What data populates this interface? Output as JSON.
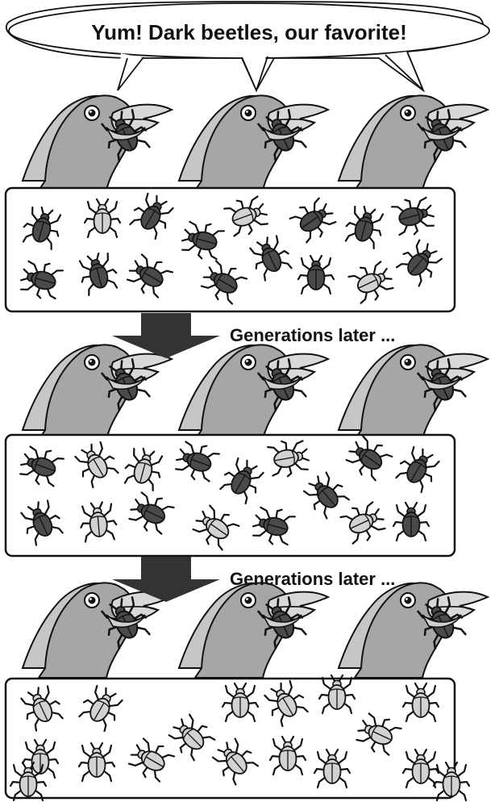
{
  "speech_bubble": {
    "text": "Yum! Dark beetles, our favorite!"
  },
  "transition_label": "Generations later ...",
  "colors": {
    "dark_beetle": "#4a4a4a",
    "light_beetle": "#d2d2d2",
    "bird_body": "#a4a4a4",
    "bird_back": "#c4c4c4",
    "beak": "#d6d6d6",
    "arrow": "#333333",
    "outline": "#111111"
  },
  "icons": [
    "bird-icon",
    "beetle-icon",
    "down-arrow-icon",
    "speech-bubble-icon"
  ],
  "stages": [
    {
      "name": "initial-population",
      "beetles": [
        "dark",
        "light",
        "dark",
        "dark",
        "light",
        "dark",
        "dark",
        "dark",
        "dark",
        "dark",
        "dark",
        "dark",
        "dark",
        "dark",
        "light",
        "dark"
      ]
    },
    {
      "name": "intermediate-population",
      "beetles": [
        "dark",
        "light",
        "light",
        "dark",
        "dark",
        "light",
        "dark",
        "dark",
        "dark",
        "light",
        "dark",
        "light",
        "dark",
        "dark",
        "light",
        "dark"
      ]
    },
    {
      "name": "final-population",
      "beetles": [
        "light",
        "light",
        "light",
        "light",
        "light",
        "light",
        "light",
        "light",
        "light",
        "light",
        "light",
        "light",
        "light",
        "light",
        "light",
        "light",
        "light",
        "light"
      ]
    }
  ]
}
